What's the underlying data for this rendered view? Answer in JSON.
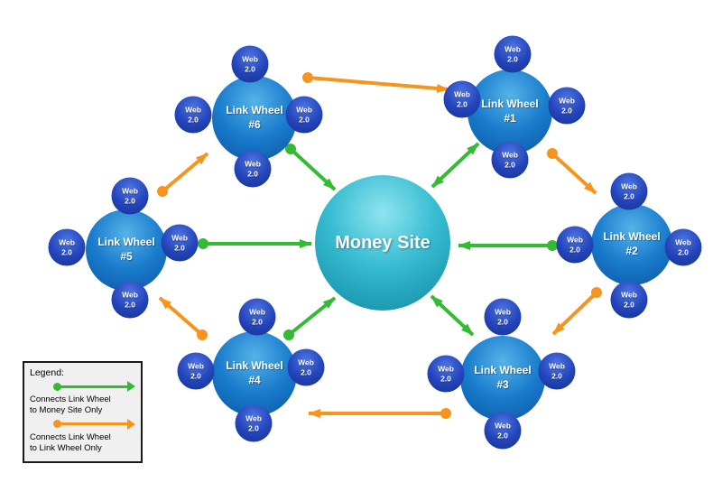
{
  "diagram": {
    "money_site": {
      "label": "Money Site"
    },
    "satellite": {
      "line1": "Web",
      "line2": "2.0"
    },
    "wheels": [
      {
        "name": "Link Wheel",
        "number": "#1"
      },
      {
        "name": "Link Wheel",
        "number": "#2"
      },
      {
        "name": "Link Wheel",
        "number": "#3"
      },
      {
        "name": "Link Wheel",
        "number": "#4"
      },
      {
        "name": "Link Wheel",
        "number": "#5"
      },
      {
        "name": "Link Wheel",
        "number": "#6"
      }
    ],
    "legend": {
      "title": "Legend:",
      "green_line1": "Connects Link Wheel",
      "green_line2": "to Money Site Only",
      "orange_line1": "Connects Link Wheel",
      "orange_line2": "to Link Wheel Only"
    },
    "colors": {
      "green_arrow": "#33bb33",
      "orange_arrow": "#f7941d",
      "wheel_blue": "#1a7ccd",
      "satellite_blue": "#2344ba",
      "money_teal": "#37bcd2"
    }
  }
}
